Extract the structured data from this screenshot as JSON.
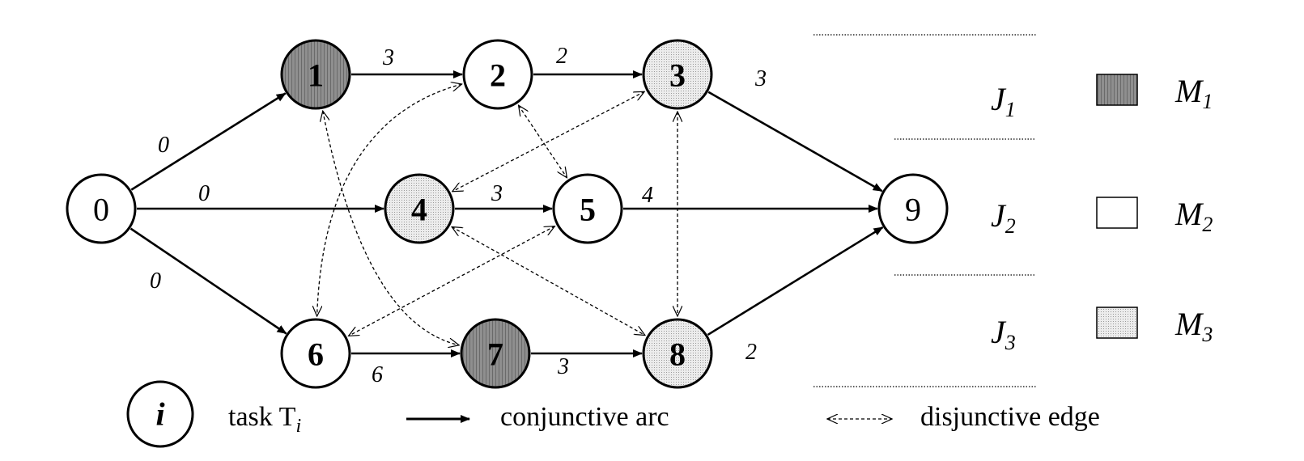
{
  "nodes": [
    {
      "id": "0",
      "label": "0",
      "machine": "none"
    },
    {
      "id": "1",
      "label": "1",
      "machine": "M1"
    },
    {
      "id": "2",
      "label": "2",
      "machine": "M2"
    },
    {
      "id": "3",
      "label": "3",
      "machine": "M3"
    },
    {
      "id": "4",
      "label": "4",
      "machine": "M3"
    },
    {
      "id": "5",
      "label": "5",
      "machine": "M2"
    },
    {
      "id": "6",
      "label": "6",
      "machine": "M2"
    },
    {
      "id": "7",
      "label": "7",
      "machine": "M1"
    },
    {
      "id": "8",
      "label": "8",
      "machine": "M3"
    },
    {
      "id": "9",
      "label": "9",
      "machine": "none"
    }
  ],
  "conjunctive_arcs": [
    {
      "from": "0",
      "to": "1",
      "weight": "0"
    },
    {
      "from": "0",
      "to": "4",
      "weight": "0"
    },
    {
      "from": "0",
      "to": "6",
      "weight": "0"
    },
    {
      "from": "1",
      "to": "2",
      "weight": "3"
    },
    {
      "from": "2",
      "to": "3",
      "weight": "2"
    },
    {
      "from": "3",
      "to": "9",
      "weight": "3"
    },
    {
      "from": "4",
      "to": "5",
      "weight": "3"
    },
    {
      "from": "5",
      "to": "9",
      "weight": "4"
    },
    {
      "from": "6",
      "to": "7",
      "weight": "6"
    },
    {
      "from": "7",
      "to": "8",
      "weight": "3"
    },
    {
      "from": "8",
      "to": "9",
      "weight": "2"
    }
  ],
  "disjunctive_edges": [
    {
      "a": "1",
      "b": "7"
    },
    {
      "a": "2",
      "b": "6"
    },
    {
      "a": "2",
      "b": "5"
    },
    {
      "a": "3",
      "b": "4"
    },
    {
      "a": "3",
      "b": "8"
    },
    {
      "a": "4",
      "b": "8"
    },
    {
      "a": "5",
      "b": "6"
    }
  ],
  "key": {
    "jobs": [
      {
        "label": "J",
        "sub": "1"
      },
      {
        "label": "J",
        "sub": "2"
      },
      {
        "label": "J",
        "sub": "3"
      }
    ],
    "machines": [
      {
        "label": "M",
        "sub": "1",
        "fill": "#8a8a8a"
      },
      {
        "label": "M",
        "sub": "2",
        "fill": "#ffffff"
      },
      {
        "label": "M",
        "sub": "3",
        "fill": "#e0e0e0"
      }
    ]
  },
  "legend": {
    "node_symbol": "i",
    "task_text": "task T",
    "task_sub": "i",
    "conjunctive_text": "conjunctive arc",
    "disjunctive_text": "disjunctive edge"
  },
  "colors": {
    "M1": "#8a8a8a",
    "M2": "#ffffff",
    "M3": "#e0e0e0",
    "stroke": "#000000"
  }
}
